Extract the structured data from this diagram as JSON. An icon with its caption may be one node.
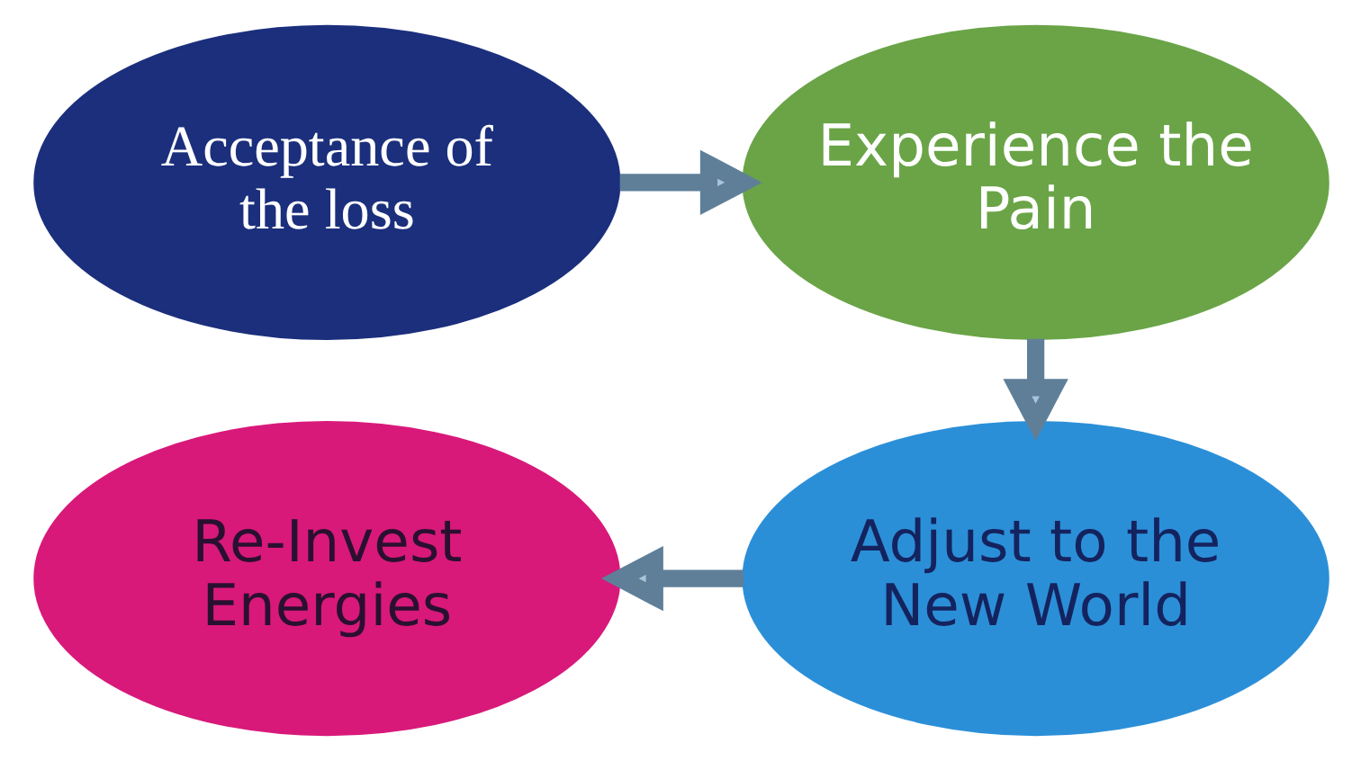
{
  "diagram": {
    "nodes": [
      {
        "text": [
          "Acceptance of the loss"
        ]
      },
      {
        "text": [
          "Experience the Pain"
        ]
      },
      {
        "text": [
          "Adjust to the New World"
        ]
      },
      {
        "text": [
          "Re-Invest Energies"
        ]
      }
    ],
    "edges": [
      {
        "from": 0,
        "to": 1,
        "arrow": "to"
      },
      {
        "from": 1,
        "to": 2,
        "arrow": "to"
      },
      {
        "from": 2,
        "to": 3,
        "arrow": "to"
      }
    ]
  }
}
